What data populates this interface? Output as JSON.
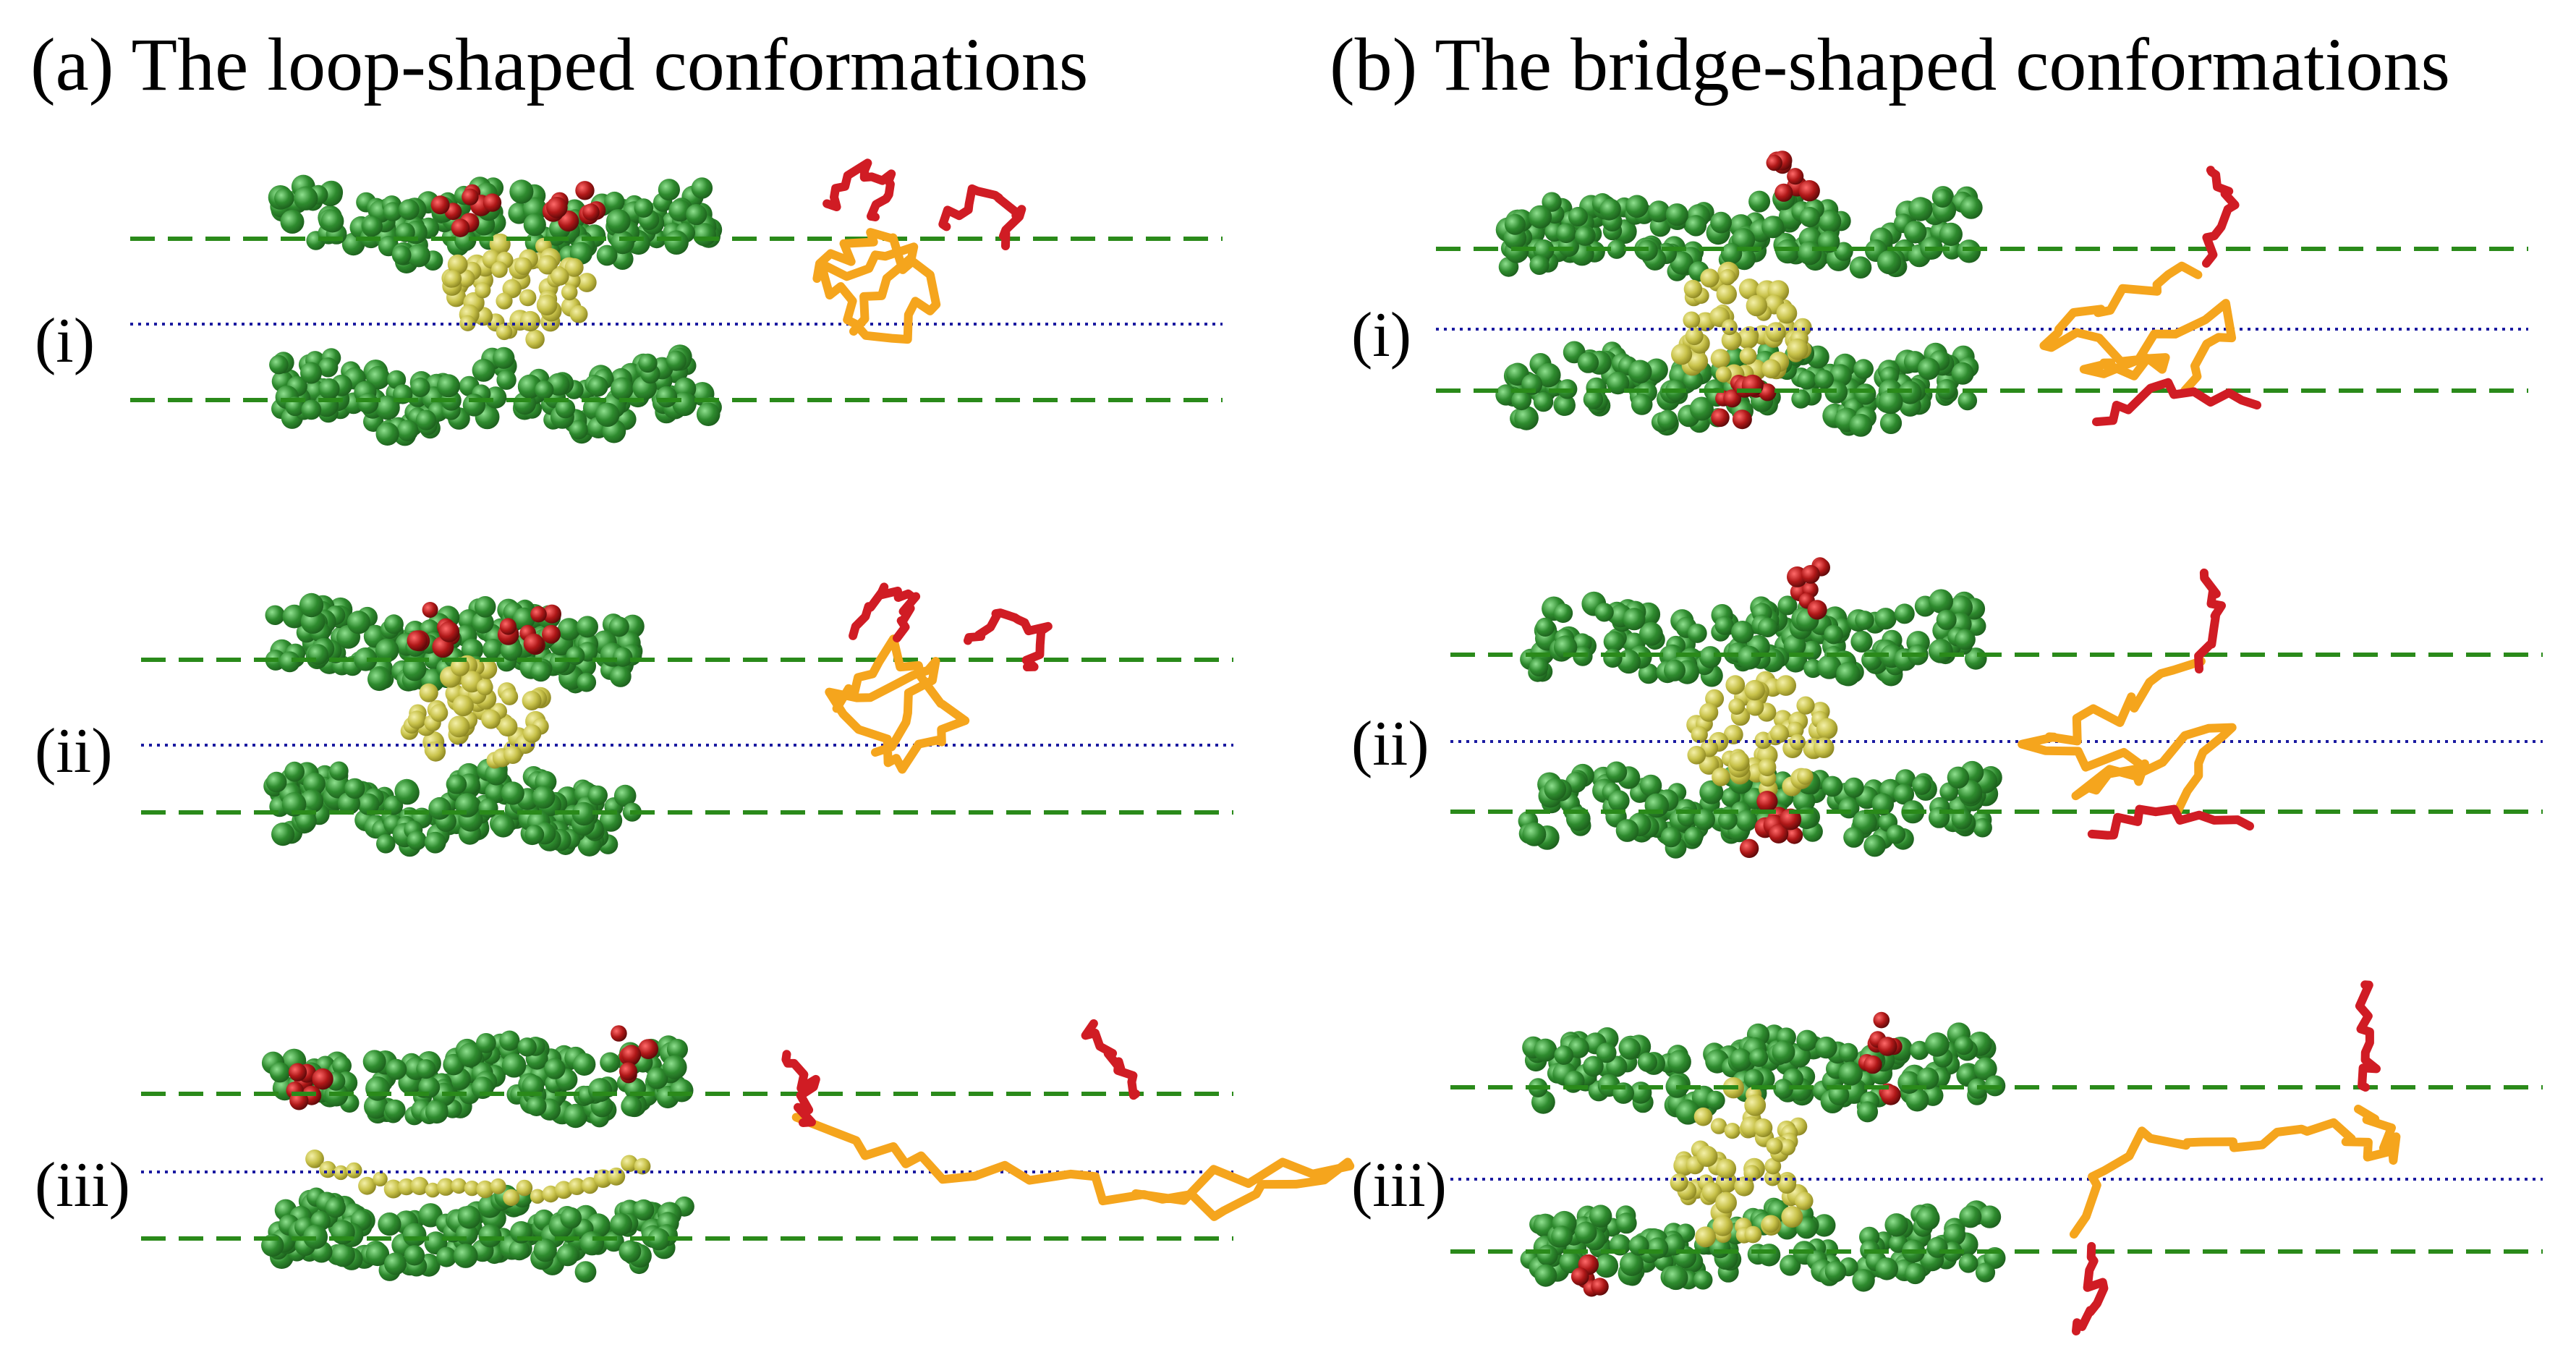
{
  "panels": [
    {
      "title": "(a) The loop-shaped conformations",
      "rows": [
        {
          "label": "(i)"
        },
        {
          "label": "(ii)"
        },
        {
          "label": "(iii)"
        }
      ]
    },
    {
      "title": "(b) The bridge-shaped conformations",
      "rows": [
        {
          "label": "(i)"
        },
        {
          "label": "(ii)"
        },
        {
          "label": "(iii)"
        }
      ]
    }
  ],
  "colors": {
    "membrane_bead": "#2e8b2e",
    "membrane_bead_dark": "#1c5e1c",
    "hydrophobic_bead": "#c8c24a",
    "terminal_bead": "#b01818",
    "chain_core": "#f5a51d",
    "chain_terminal": "#d01c24",
    "boundary_line": "#2a8a1a",
    "center_line": "#1a1aa0"
  }
}
